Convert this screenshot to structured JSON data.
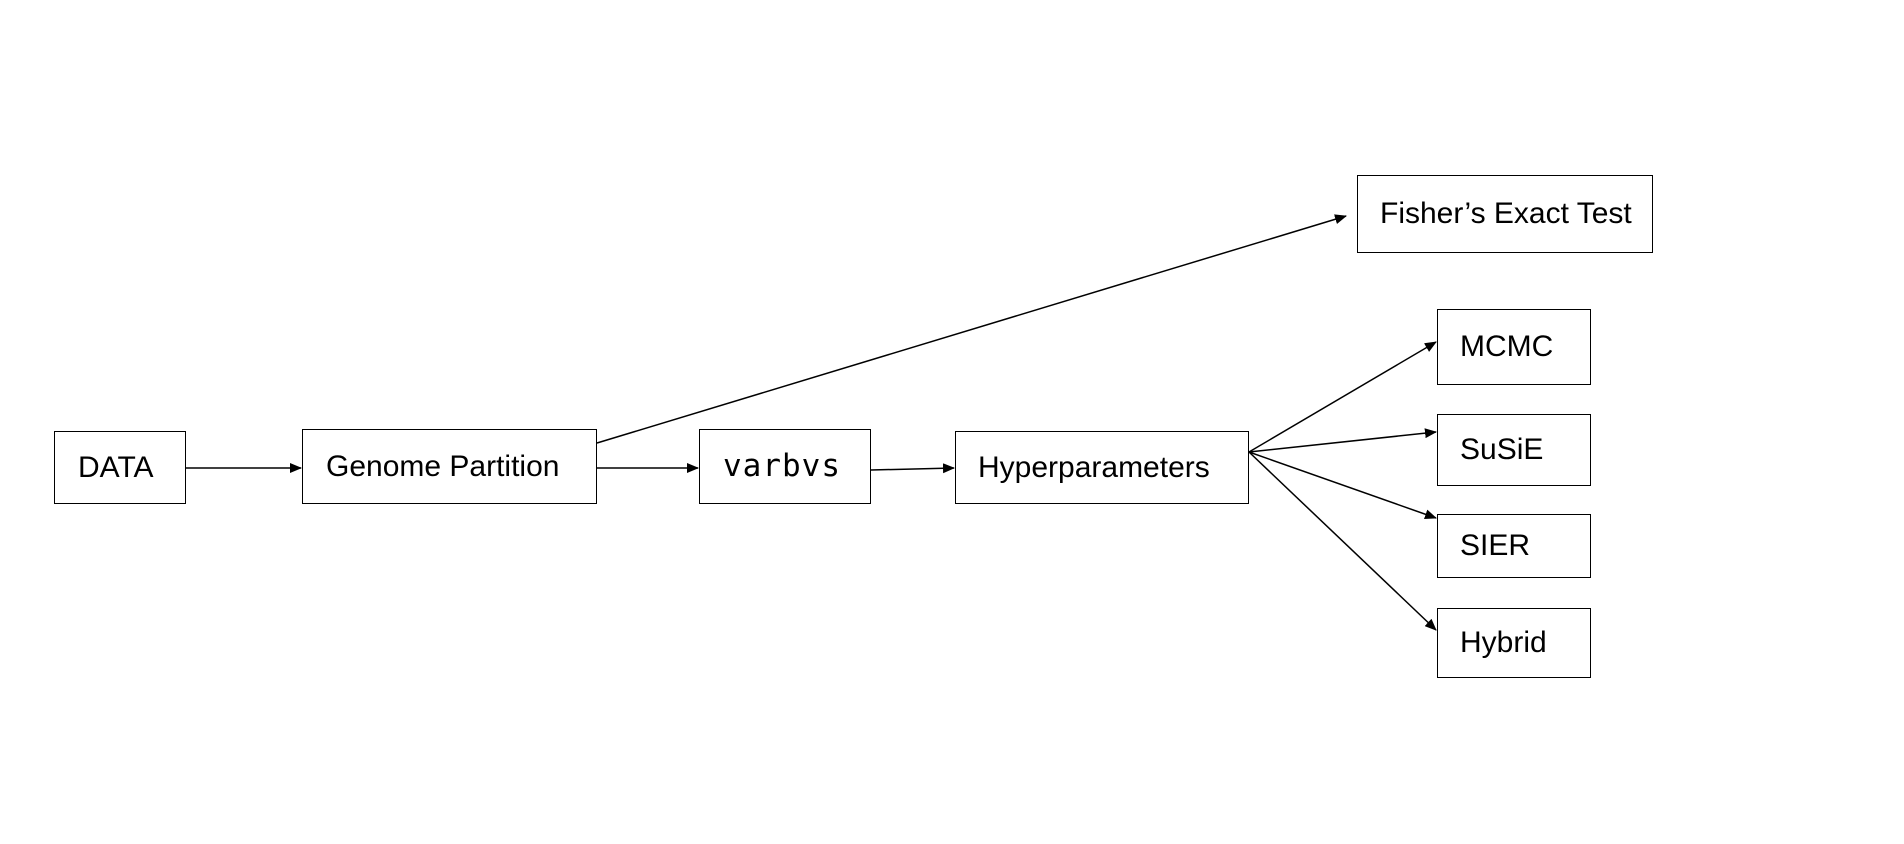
{
  "diagram": {
    "nodes": {
      "data": "DATA",
      "genome_partition": "Genome Partition",
      "varbvs": "varbvs",
      "hyperparameters": "Hyperparameters",
      "fisher": "Fisher’s Exact Test",
      "mcmc": "MCMC",
      "susie": "SuSiE",
      "sier": "SIER",
      "hybrid": "Hybrid"
    },
    "edges": [
      {
        "from": "data",
        "to": "genome_partition"
      },
      {
        "from": "genome_partition",
        "to": "varbvs"
      },
      {
        "from": "genome_partition",
        "to": "fisher"
      },
      {
        "from": "varbvs",
        "to": "hyperparameters"
      },
      {
        "from": "hyperparameters",
        "to": "mcmc"
      },
      {
        "from": "hyperparameters",
        "to": "susie"
      },
      {
        "from": "hyperparameters",
        "to": "sier"
      },
      {
        "from": "hyperparameters",
        "to": "hybrid"
      }
    ],
    "colors": {
      "stroke": "#000000",
      "background": "#ffffff"
    }
  }
}
